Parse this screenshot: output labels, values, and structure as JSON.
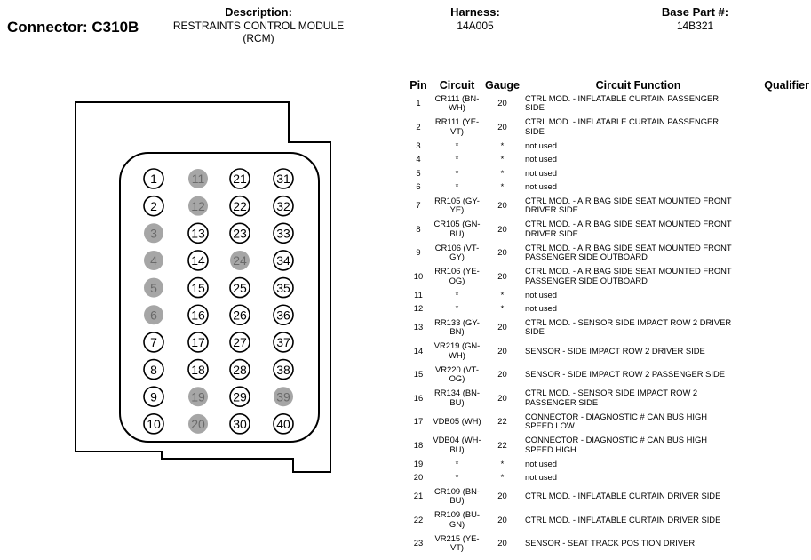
{
  "header": {
    "connector_label": "Connector: C310B",
    "description_label": "Description:",
    "description_value_line1": "RESTRAINTS CONTROL MODULE",
    "description_value_line2": "(RCM)",
    "harness_label": "Harness:",
    "harness_value": "14A005",
    "base_part_label": "Base Part #:",
    "base_part_value": "14B321"
  },
  "connector_diagram": {
    "filled_color": "#a6a6a6",
    "columns": [
      [
        {
          "n": "1",
          "filled": false
        },
        {
          "n": "2",
          "filled": false
        },
        {
          "n": "3",
          "filled": true
        },
        {
          "n": "4",
          "filled": true
        },
        {
          "n": "5",
          "filled": true
        },
        {
          "n": "6",
          "filled": true
        },
        {
          "n": "7",
          "filled": false
        },
        {
          "n": "8",
          "filled": false
        },
        {
          "n": "9",
          "filled": false
        },
        {
          "n": "10",
          "filled": false
        }
      ],
      [
        {
          "n": "11",
          "filled": true
        },
        {
          "n": "12",
          "filled": true
        },
        {
          "n": "13",
          "filled": false
        },
        {
          "n": "14",
          "filled": false
        },
        {
          "n": "15",
          "filled": false
        },
        {
          "n": "16",
          "filled": false
        },
        {
          "n": "17",
          "filled": false
        },
        {
          "n": "18",
          "filled": false
        },
        {
          "n": "19",
          "filled": true
        },
        {
          "n": "20",
          "filled": true
        }
      ],
      [
        {
          "n": "21",
          "filled": false
        },
        {
          "n": "22",
          "filled": false
        },
        {
          "n": "23",
          "filled": false
        },
        {
          "n": "24",
          "filled": true
        },
        {
          "n": "25",
          "filled": false
        },
        {
          "n": "26",
          "filled": false
        },
        {
          "n": "27",
          "filled": false
        },
        {
          "n": "28",
          "filled": false
        },
        {
          "n": "29",
          "filled": false
        },
        {
          "n": "30",
          "filled": false
        }
      ],
      [
        {
          "n": "31",
          "filled": false
        },
        {
          "n": "32",
          "filled": false
        },
        {
          "n": "33",
          "filled": false
        },
        {
          "n": "34",
          "filled": false
        },
        {
          "n": "35",
          "filled": false
        },
        {
          "n": "36",
          "filled": false
        },
        {
          "n": "37",
          "filled": false
        },
        {
          "n": "38",
          "filled": false
        },
        {
          "n": "39",
          "filled": true
        },
        {
          "n": "40",
          "filled": false
        }
      ]
    ]
  },
  "pin_table": {
    "headers": {
      "pin": "Pin",
      "circuit": "Circuit",
      "gauge": "Gauge",
      "function": "Circuit Function",
      "qualifier": "Qualifier"
    },
    "rows": [
      {
        "pin": "1",
        "circuit": [
          "CR111 (BN-",
          "WH)"
        ],
        "gauge": "20",
        "function": [
          "CTRL MOD. - INFLATABLE CURTAIN PASSENGER",
          "SIDE"
        ]
      },
      {
        "pin": "2",
        "circuit": [
          "RR111 (YE-",
          "VT)"
        ],
        "gauge": "20",
        "function": [
          "CTRL MOD. - INFLATABLE CURTAIN PASSENGER",
          "SIDE"
        ]
      },
      {
        "pin": "3",
        "circuit": [
          "*"
        ],
        "gauge": "*",
        "function": [
          "not used"
        ]
      },
      {
        "pin": "4",
        "circuit": [
          "*"
        ],
        "gauge": "*",
        "function": [
          "not used"
        ]
      },
      {
        "pin": "5",
        "circuit": [
          "*"
        ],
        "gauge": "*",
        "function": [
          "not used"
        ]
      },
      {
        "pin": "6",
        "circuit": [
          "*"
        ],
        "gauge": "*",
        "function": [
          "not used"
        ]
      },
      {
        "pin": "7",
        "circuit": [
          "RR105 (GY-",
          "YE)"
        ],
        "gauge": "20",
        "function": [
          "CTRL MOD. - AIR BAG SIDE SEAT MOUNTED FRONT",
          "DRIVER SIDE"
        ]
      },
      {
        "pin": "8",
        "circuit": [
          "CR105 (GN-",
          "BU)"
        ],
        "gauge": "20",
        "function": [
          "CTRL MOD. - AIR BAG SIDE SEAT MOUNTED FRONT",
          "DRIVER SIDE"
        ]
      },
      {
        "pin": "9",
        "circuit": [
          "CR106 (VT-",
          "GY)"
        ],
        "gauge": "20",
        "function": [
          "CTRL MOD. - AIR BAG SIDE SEAT MOUNTED FRONT",
          "PASSENGER SIDE OUTBOARD"
        ]
      },
      {
        "pin": "10",
        "circuit": [
          "RR106 (YE-",
          "OG)"
        ],
        "gauge": "20",
        "function": [
          "CTRL MOD. - AIR BAG SIDE SEAT MOUNTED FRONT",
          "PASSENGER SIDE OUTBOARD"
        ]
      },
      {
        "pin": "11",
        "circuit": [
          "*"
        ],
        "gauge": "*",
        "function": [
          "not used"
        ]
      },
      {
        "pin": "12",
        "circuit": [
          "*"
        ],
        "gauge": "*",
        "function": [
          "not used"
        ]
      },
      {
        "pin": "13",
        "circuit": [
          "RR133 (GY-",
          "BN)"
        ],
        "gauge": "20",
        "function": [
          "CTRL MOD. - SENSOR SIDE IMPACT ROW 2 DRIVER",
          "SIDE"
        ]
      },
      {
        "pin": "14",
        "circuit": [
          "VR219 (GN-",
          "WH)"
        ],
        "gauge": "20",
        "function": [
          "SENSOR - SIDE IMPACT ROW 2 DRIVER SIDE"
        ]
      },
      {
        "pin": "15",
        "circuit": [
          "VR220 (VT-",
          "OG)"
        ],
        "gauge": "20",
        "function": [
          "SENSOR - SIDE IMPACT ROW 2 PASSENGER SIDE"
        ]
      },
      {
        "pin": "16",
        "circuit": [
          "RR134 (BN-",
          "BU)"
        ],
        "gauge": "20",
        "function": [
          "CTRL MOD. - SENSOR SIDE IMPACT ROW 2",
          "PASSENGER SIDE"
        ]
      },
      {
        "pin": "17",
        "circuit": [
          "VDB05 (WH)"
        ],
        "gauge": "22",
        "function": [
          "CONNECTOR - DIAGNOSTIC # CAN BUS HIGH",
          "SPEED LOW"
        ]
      },
      {
        "pin": "18",
        "circuit": [
          "VDB04 (WH-",
          "BU)"
        ],
        "gauge": "22",
        "function": [
          "CONNECTOR - DIAGNOSTIC # CAN BUS HIGH",
          "SPEED HIGH"
        ]
      },
      {
        "pin": "19",
        "circuit": [
          "*"
        ],
        "gauge": "*",
        "function": [
          "not used"
        ]
      },
      {
        "pin": "20",
        "circuit": [
          "*"
        ],
        "gauge": "*",
        "function": [
          "not used"
        ]
      },
      {
        "pin": "21",
        "circuit": [
          "CR109 (BN-",
          "BU)"
        ],
        "gauge": "20",
        "function": [
          "CTRL MOD. - INFLATABLE CURTAIN DRIVER SIDE"
        ]
      },
      {
        "pin": "22",
        "circuit": [
          "RR109 (BU-",
          "GN)"
        ],
        "gauge": "20",
        "function": [
          "CTRL MOD. - INFLATABLE CURTAIN DRIVER SIDE"
        ]
      },
      {
        "pin": "23",
        "circuit": [
          "VR215 (YE-",
          "VT)"
        ],
        "gauge": "20",
        "function": [
          "SENSOR - SEAT TRACK POSITION DRIVER"
        ]
      }
    ]
  }
}
